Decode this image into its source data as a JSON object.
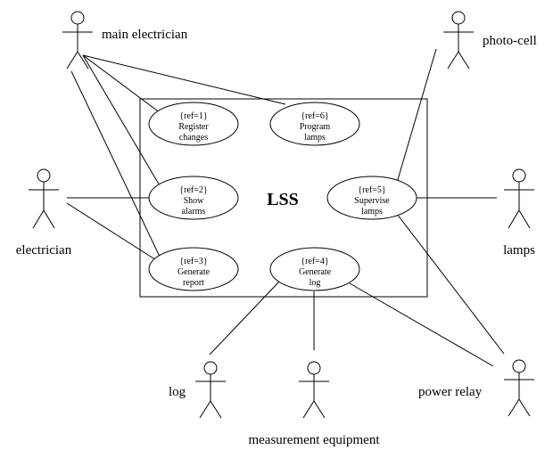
{
  "system": {
    "name": "LSS"
  },
  "use_cases": {
    "uc1": {
      "ref": "{ref=1}",
      "line1": "Register",
      "line2": "changes"
    },
    "uc6": {
      "ref": "{ref=6}",
      "line1": "Program",
      "line2": "lamps"
    },
    "uc2": {
      "ref": "{ref=2}",
      "line1": "Show",
      "line2": "alarms"
    },
    "uc5": {
      "ref": "{ref=5}",
      "line1": "Supervise",
      "line2": "lamps"
    },
    "uc3": {
      "ref": "{ref=3}",
      "line1": "Generate",
      "line2": "report"
    },
    "uc4": {
      "ref": "{ref=4}",
      "line1": "Generate",
      "line2": "log"
    }
  },
  "actors": {
    "main_electrician": "main electrician",
    "electrician": "electrician",
    "photo_cell": "photo-cell",
    "lamps": "lamps",
    "log": "log",
    "measurement_equipment": "measurement equipment",
    "power_relay": "power relay"
  }
}
